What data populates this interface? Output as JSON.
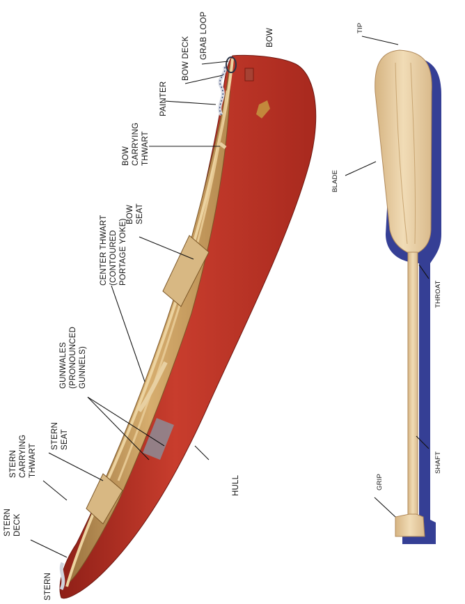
{
  "canoe": {
    "labels": {
      "bow": "BOW",
      "grab_loop": "GRAB LOOP",
      "bow_deck": "BOW DECK",
      "painter": "PAINTER",
      "bow_carrying_thwart": [
        "BOW",
        "CARRYING",
        "THWART"
      ],
      "bow_seat": [
        "BOW",
        "SEAT"
      ],
      "center_thwart": [
        "CENTER THWART",
        "(CONTOURED",
        "PORTAGE YOKE)"
      ],
      "gunwales": [
        "GUNWALES",
        "(PRONOUNCED",
        "GUNNELS)"
      ],
      "stern_seat": [
        "STERN",
        "SEAT"
      ],
      "stern_carrying_thwart": [
        "STERN",
        "CARRYING",
        "THWART"
      ],
      "stern_deck": [
        "STERN",
        "DECK"
      ],
      "stern": "STERN",
      "hull": "HULL"
    },
    "colors": {
      "hull": "#c0382b",
      "interior": "#c9a064",
      "gunwale": "#e3c58f"
    }
  },
  "paddle": {
    "labels": {
      "tip": "TIP",
      "blade": "BLADE",
      "throat": "THROAT",
      "shaft": "SHAFT",
      "grip": "GRIP"
    },
    "colors": {
      "wood": "#e8cfa5",
      "shadow": "#1f2a8a"
    }
  }
}
